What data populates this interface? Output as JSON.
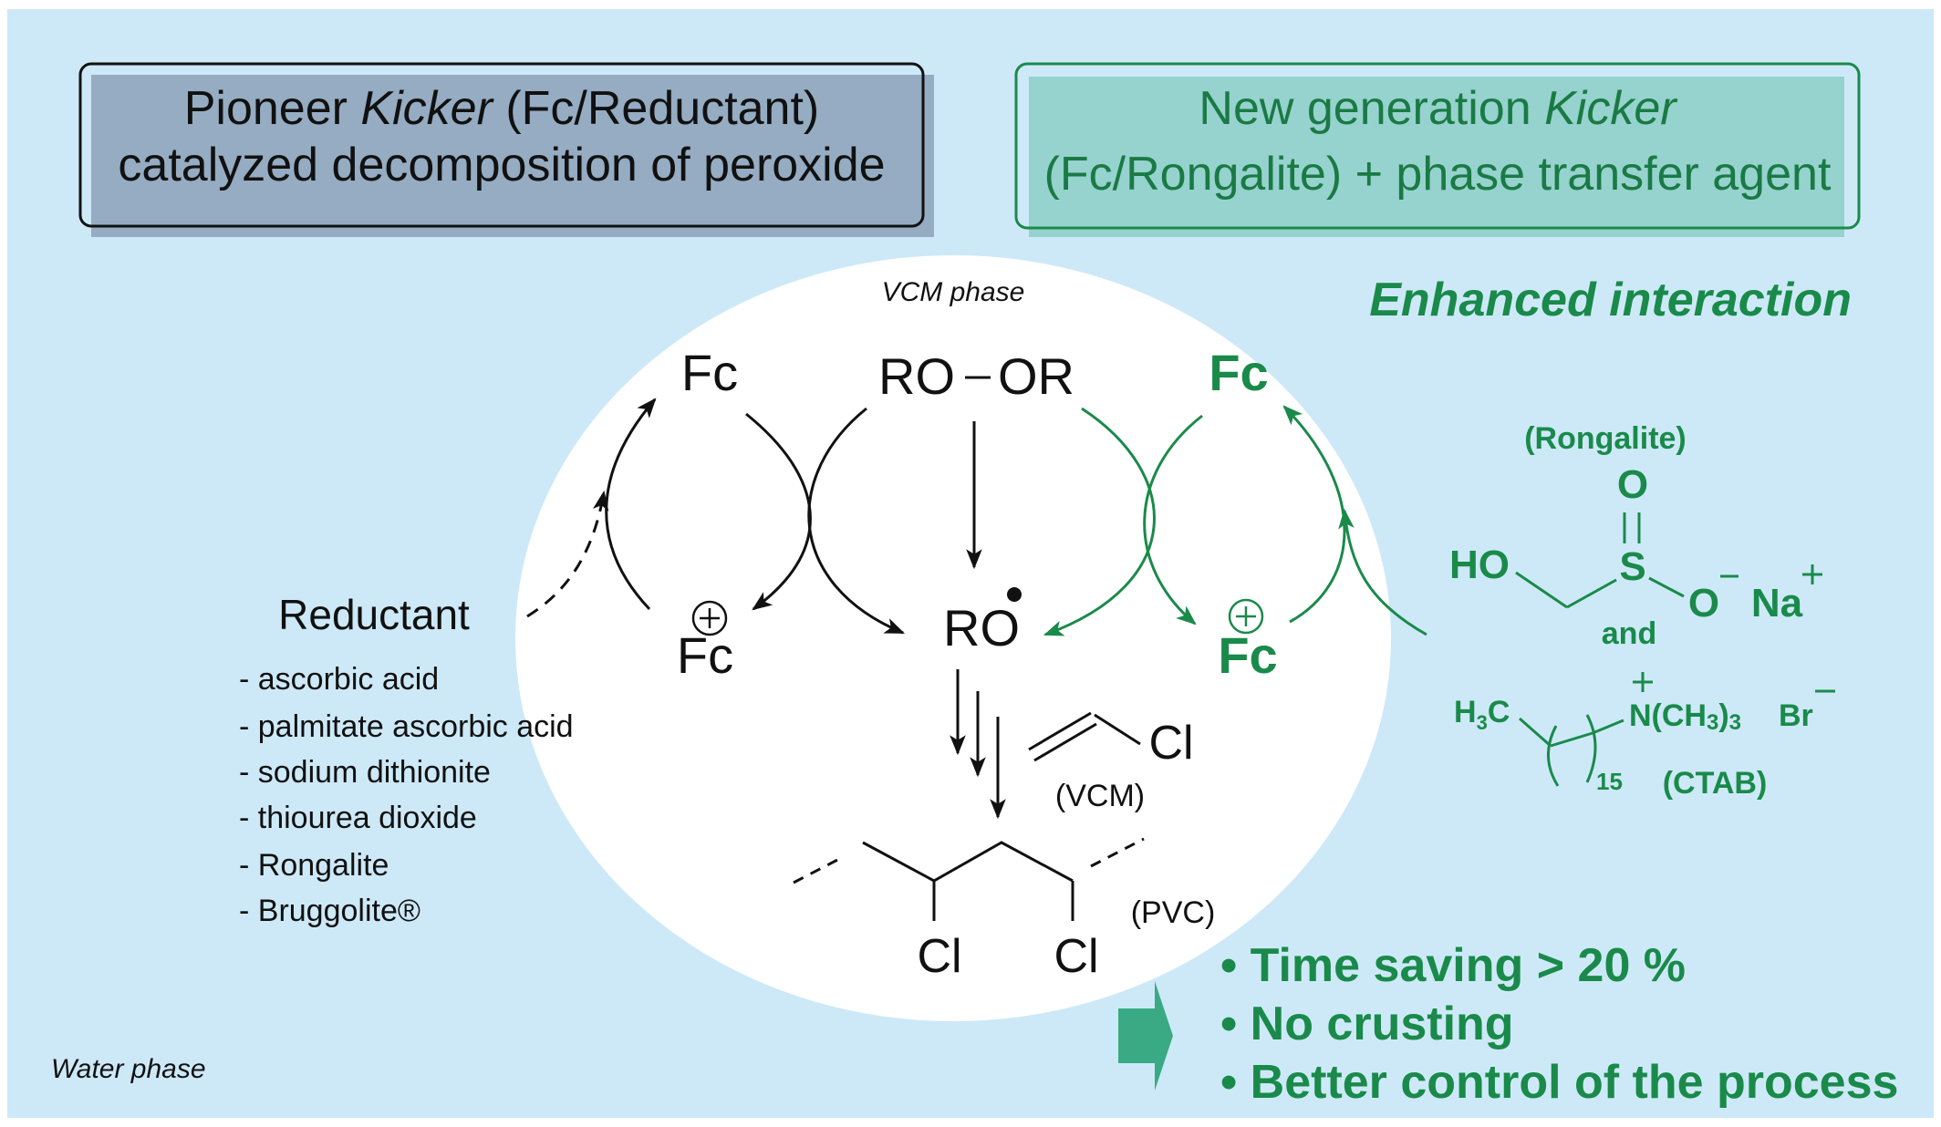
{
  "colors": {
    "background": "#cde9f8",
    "ellipse": "#ffffff",
    "green": "#1a8a4a",
    "left_box_fill": "#95acc2",
    "right_box_fill": "#96d2ce",
    "arrow_fill": "#3aaa84",
    "black": "#111111"
  },
  "left_box": {
    "line1_pre": "Pioneer ",
    "line1_italic": "Kicker",
    "line1_post": " (Fc/Reductant)",
    "line2": "catalyzed decomposition of peroxide"
  },
  "right_box": {
    "line1_pre": "New generation ",
    "line1_italic": "Kicker",
    "line2": "(Fc/Rongalite) + phase transfer agent"
  },
  "enhanced_interaction": "Enhanced interaction",
  "vcm_phase": "VCM phase",
  "water_phase": "Water phase",
  "species": {
    "fc": "Fc",
    "fc_plus": "Fc",
    "peroxide_left": "RO",
    "peroxide_right": "OR",
    "ro_radical": "RO",
    "cl": "Cl",
    "vcm_label": "(VCM)",
    "pvc_label": "(PVC)"
  },
  "reductant": {
    "title": "Reductant",
    "items": [
      "- ascorbic acid",
      "- palmitate ascorbic acid",
      "- sodium dithionite",
      "- thiourea dioxide",
      "- Rongalite",
      "- Bruggolite®"
    ]
  },
  "rongalite_structure": {
    "name": "(Rongalite)",
    "o_top": "O",
    "ho": "HO",
    "s": "S",
    "o_minus": "O",
    "na": "Na",
    "and": "and",
    "h3c_h": "H",
    "h3c_3": "3",
    "h3c_c": "C",
    "subscript": "15",
    "nme3": "N(CH",
    "nme3_sub": "3",
    "nme3_close": ")",
    "nme3_sub2": "3",
    "br": "Br",
    "ctab": "(CTAB)"
  },
  "benefits": [
    "• Time saving > 20 %",
    "• No crusting",
    "• Better control of the process"
  ]
}
